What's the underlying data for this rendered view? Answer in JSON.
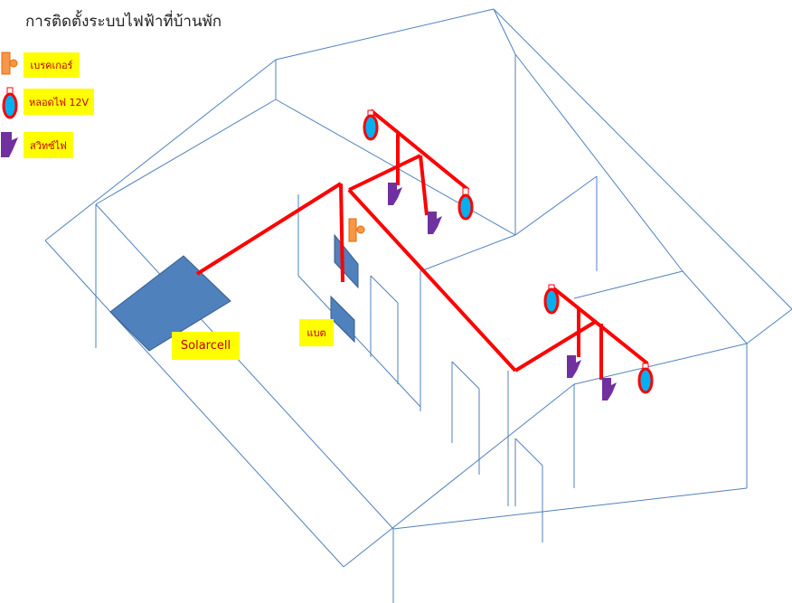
{
  "title": "การติดตั้งระบบไฟฟ้าที่บ้านพัก",
  "legend": {
    "breaker": "เบรคเกอร์",
    "lamp": "หลอดไฟ 12V",
    "switch": "สวิทซ์ไฟ"
  },
  "labels": {
    "solar": "Solarcell",
    "battery": "แบต"
  },
  "colors": {
    "wire": "#ff0000",
    "frame": "#4f81bd",
    "panel": "#4f81bd",
    "label_bg": "#ffff00",
    "switch": "#7030a0",
    "lamp": "#00b0f0",
    "breaker": "#f79646"
  }
}
